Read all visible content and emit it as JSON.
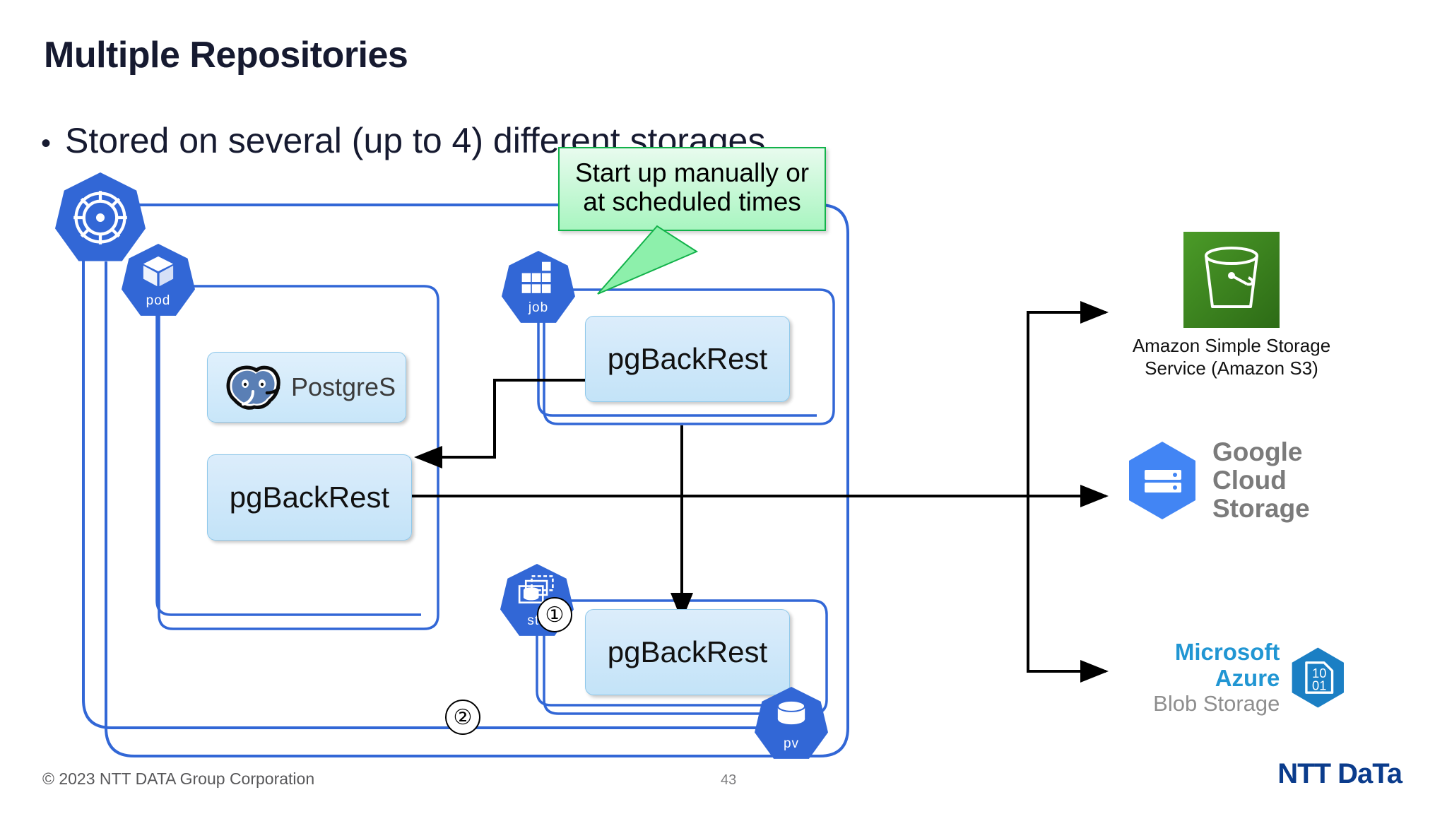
{
  "slide": {
    "title": "Multiple Repositories",
    "bullet_marker": "•",
    "bullet": "Stored on several (up to 4) different storages"
  },
  "callout": {
    "name": "start-up-callout",
    "line1": "Start up manually or",
    "line2": "at scheduled times",
    "fill": "#a8f5c0",
    "border": "#12b24a"
  },
  "k8s": {
    "cluster_icon_name": "kubernetes-logo",
    "badges": [
      {
        "id": "pod",
        "label": "pod",
        "icon": "cube-icon"
      },
      {
        "id": "job",
        "label": "job",
        "icon": "grid-squares-icon"
      },
      {
        "id": "sts",
        "label": "sts",
        "icon": "statefulset-icon"
      },
      {
        "id": "pv",
        "label": "pv",
        "icon": "database-cylinder-icon"
      }
    ],
    "badge_fill": "#3267d6"
  },
  "boxes": {
    "postgres_logo_alt": "PostgreSQL",
    "pgbackrest_pod": "pgBackRest",
    "pgbackrest_job": "pgBackRest",
    "pgbackrest_sts": "pgBackRest",
    "fill": "#c3e3f8",
    "border": "#8fc8ea"
  },
  "steps": [
    {
      "id": "step-1",
      "label": "①"
    },
    {
      "id": "step-2",
      "label": "②"
    }
  ],
  "storages": [
    {
      "id": "amazon-s3",
      "icon": "s3-bucket-icon",
      "caption_line1": "Amazon Simple Storage",
      "caption_line2": "Service (Amazon S3)",
      "tile_color": "#3d8b22"
    },
    {
      "id": "google-cloud-storage",
      "icon": "gcs-hexagon-icon",
      "line1": "Google",
      "line2": "Cloud",
      "line3": "Storage",
      "hex_color": "#4285f4",
      "text_color": "#7b7b7b"
    },
    {
      "id": "azure-blob-storage",
      "icon": "azure-blob-hexagon-icon",
      "line1": "Microsoft Azure",
      "line2": "Blob Storage",
      "hex_color": "#1b7fc4",
      "binary_top": "10",
      "binary_bottom": "01"
    }
  ],
  "footer": {
    "copyright": "© 2023 NTT DATA Group Corporation",
    "page_number": "43",
    "logo_text": "NTT DaTa",
    "logo_color": "#0b3c8c"
  }
}
